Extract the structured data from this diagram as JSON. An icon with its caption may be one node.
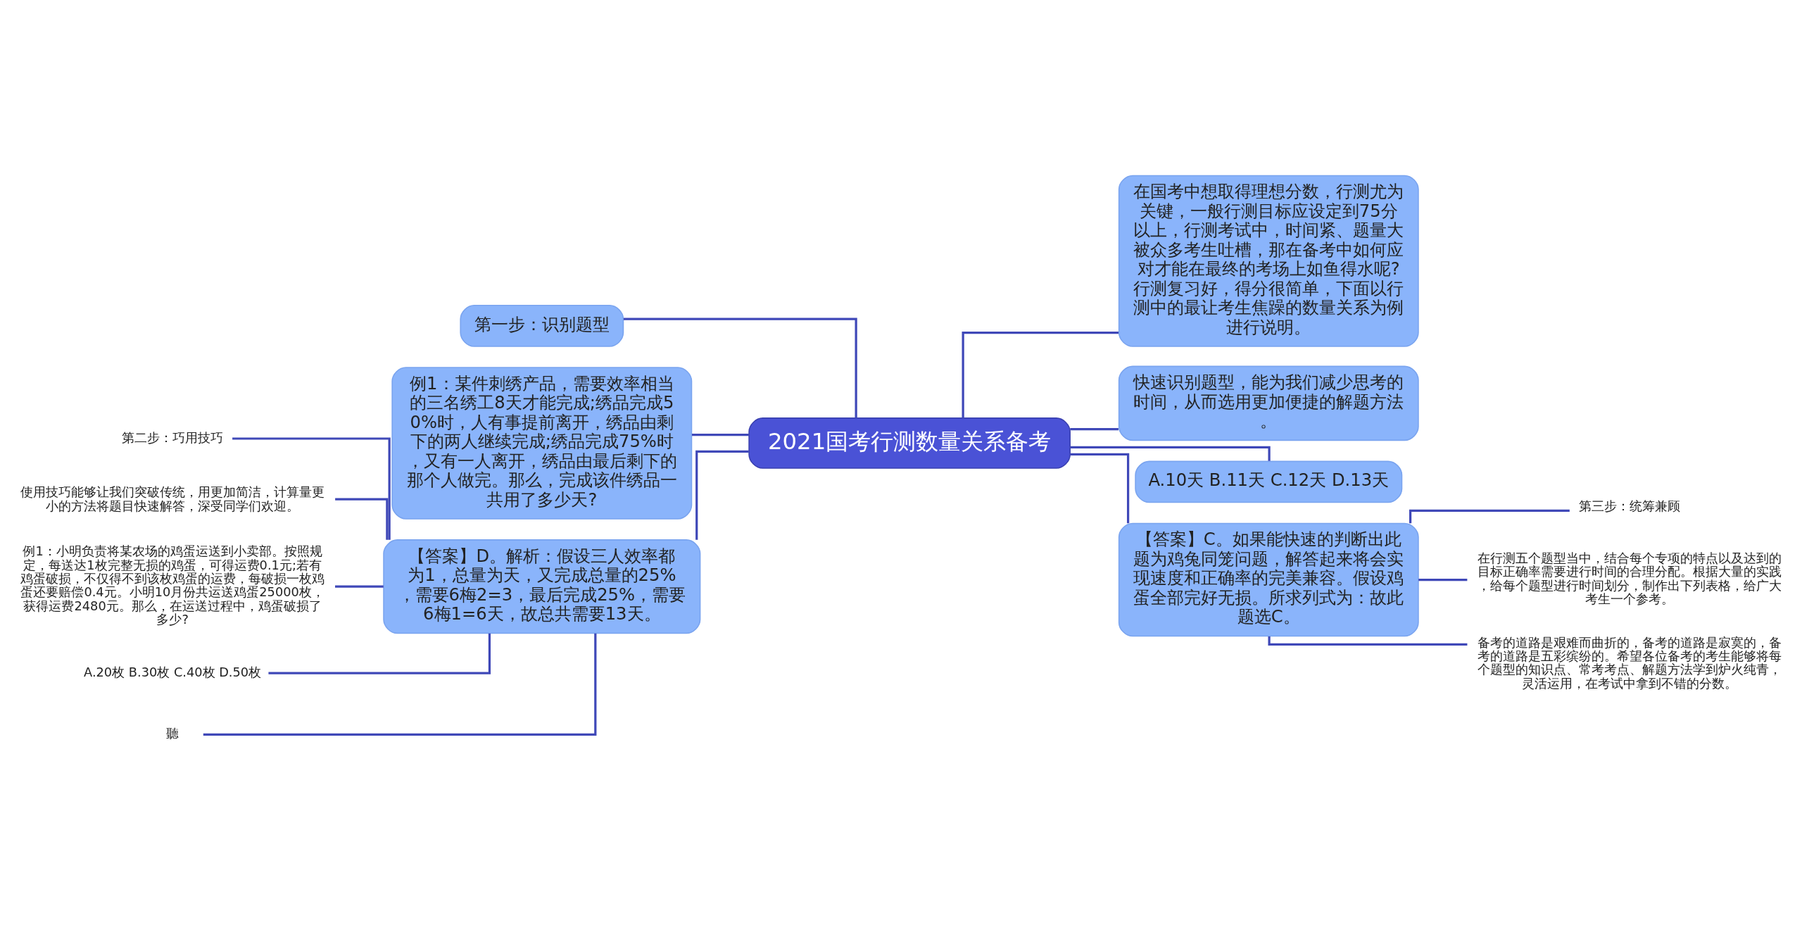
{
  "diagram": {
    "nodes": [
      {
        "text": [
          "2021国考行测数量关系备考"
        ]
      },
      {
        "text": [
          "第一步：识别题型"
        ]
      },
      {
        "text": [
          "例1：某件刺绣产品，需要效率相当的三名绣工8天才能完成;绣品完成50%时，人有事提前离开，绣品由剩下的两人继续完成;绣品完成75%时，又有一人离开，绣品由最后剩下的那个人做完。那么，完成该件绣品一共用了多少天?"
        ]
      },
      {
        "text": [
          "【答案】D。解析：假设三人效率都为1，总量为天，又完成总量的25%，需要6梅2=3，最后完成25%，需要6梅1=6天，故总共需要13天。"
        ]
      },
      {
        "text": [
          "第二步：巧用技巧"
        ]
      },
      {
        "text": [
          "使用技巧能够让我们突破传统，用更加简洁，计算量更小的方法将题目快速解答，深受同学们欢迎。"
        ]
      },
      {
        "text": [
          "例1：小明负责将某农场的鸡蛋运送到小卖部。按照规定，每送达1枚完整无损的鸡蛋，可得运费0.1元;若有鸡蛋破损，不仅得不到该枚鸡蛋的运费，每破损一枚鸡蛋还要赔偿0.4元。小明10月份共运送鸡蛋25000枚，获得运费2480元。那么，在运送过程中，鸡蛋破损了多少?"
        ]
      },
      {
        "text": [
          "A.20枚 B.30枚 C.40枚 D.50枚"
        ]
      },
      {
        "text": [
          "聽"
        ]
      },
      {
        "text": [
          "在国考中想取得理想分数，行测尤为关键，一般行测目标应设定到75分以上，行测考试中，时间紧、题量大被众多考生吐槽，那在备考中如何应对才能在最终的考场上如鱼得水呢?行测复习好，得分很简单，下面以行测中的最让考生焦躁的数量关系为例进行说明。"
        ]
      },
      {
        "text": [
          "快速识别题型，能为我们减少思考的时间，从而选用更加便捷的解题方法。"
        ]
      },
      {
        "text": [
          "A.10天 B.11天 C.12天 D.13天"
        ]
      },
      {
        "text": [
          "【答案】C。如果能快速的判断出此题为鸡兔同笼问题，解答起来将会实现速度和正确率的完美兼容。假设鸡蛋全部完好无损。所求列式为：故此题选C。"
        ]
      },
      {
        "text": [
          "第三步：统筹兼顾"
        ]
      },
      {
        "text": [
          "在行测五个题型当中，结合每个专项的特点以及达到的目标正确率需要进行时间的合理分配。根据大量的实践，给每个题型进行时间划分，制作出下列表格，给广大考生一个参考。"
        ]
      },
      {
        "text": [
          "备考的道路是艰难而曲折的，备考的道路是寂寞的，备考的道路是五彩缤纷的。希望各位备考的考生能够将每个题型的知识点、常考考点、解题方法学到炉火纯青，灵活运用，在考试中拿到不错的分数。"
        ]
      }
    ],
    "edges": [
      {
        "from": 0,
        "to": 1,
        "arrow": "none"
      },
      {
        "from": 0,
        "to": 2,
        "arrow": "none"
      },
      {
        "from": 0,
        "to": 3,
        "arrow": "none"
      },
      {
        "from": 3,
        "to": 4,
        "arrow": "none"
      },
      {
        "from": 3,
        "to": 5,
        "arrow": "none"
      },
      {
        "from": 3,
        "to": 6,
        "arrow": "none"
      },
      {
        "from": 3,
        "to": 7,
        "arrow": "none"
      },
      {
        "from": 3,
        "to": 8,
        "arrow": "none"
      },
      {
        "from": 0,
        "to": 9,
        "arrow": "none"
      },
      {
        "from": 0,
        "to": 10,
        "arrow": "none"
      },
      {
        "from": 0,
        "to": 11,
        "arrow": "none"
      },
      {
        "from": 0,
        "to": 12,
        "arrow": "none"
      },
      {
        "from": 12,
        "to": 13,
        "arrow": "none"
      },
      {
        "from": 12,
        "to": 14,
        "arrow": "none"
      },
      {
        "from": 12,
        "to": 15,
        "arrow": "none"
      }
    ]
  }
}
